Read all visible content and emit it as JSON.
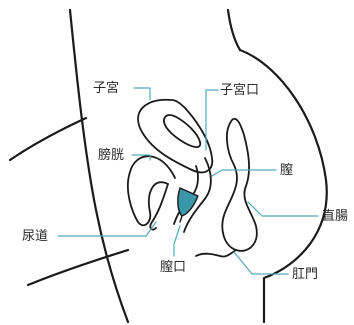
{
  "labels": {
    "uterus": "子宮",
    "cervix": "子宮口",
    "bladder": "膀胱",
    "vagina": "膣",
    "urethra": "尿道",
    "rectum": "直腸",
    "vaginal_opening": "膣口",
    "anus": "肛門"
  },
  "colors": {
    "cup": "#3a97a8",
    "leader": "#55a9b7"
  }
}
